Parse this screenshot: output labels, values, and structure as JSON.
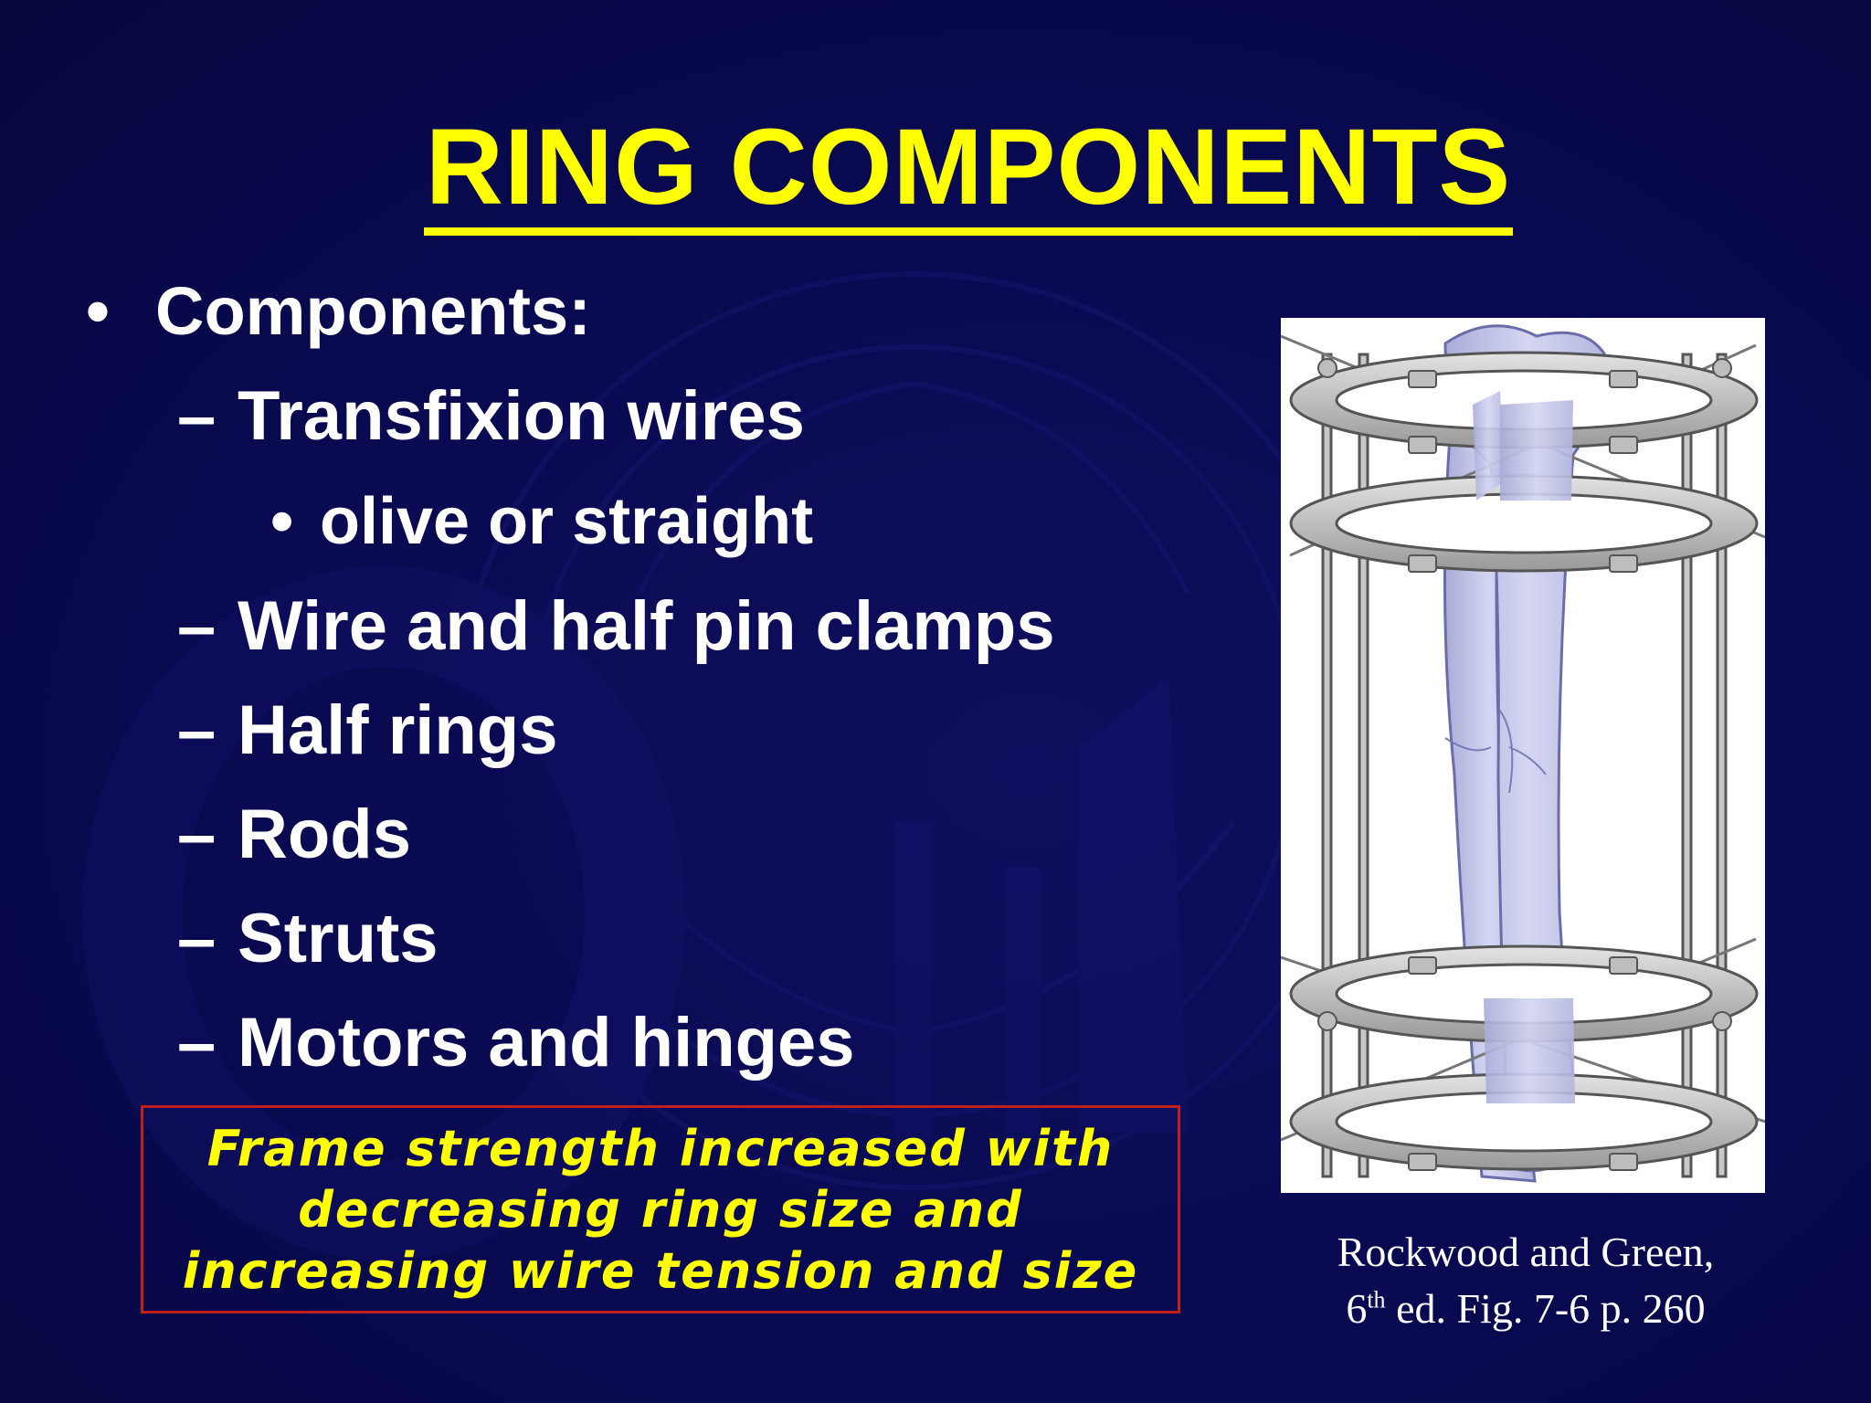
{
  "slide": {
    "title": "RING COMPONENTS",
    "bullets": {
      "main_marker": "•",
      "main_label": "Components:",
      "sub_marker": "–",
      "subsub_marker": "•",
      "items": [
        "Transfixion wires",
        "olive or straight",
        "Wire and half pin clamps",
        "Half rings",
        "Rods",
        "Struts",
        "Motors and hinges"
      ]
    },
    "callout": {
      "text": "Frame strength increased with decreasing ring size and increasing wire tension and size",
      "border_color": "#c0201c",
      "text_color": "#ffff00"
    },
    "figure": {
      "icon": "ring-external-fixator-illustration",
      "caption_line1": "Rockwood and Green,",
      "caption_num": "6",
      "caption_sup": "th",
      "caption_rest": " ed. Fig. 7-6 p. 260"
    },
    "colors": {
      "background": "#0a0a52",
      "title": "#ffff00",
      "body_text": "#ffffff"
    }
  }
}
